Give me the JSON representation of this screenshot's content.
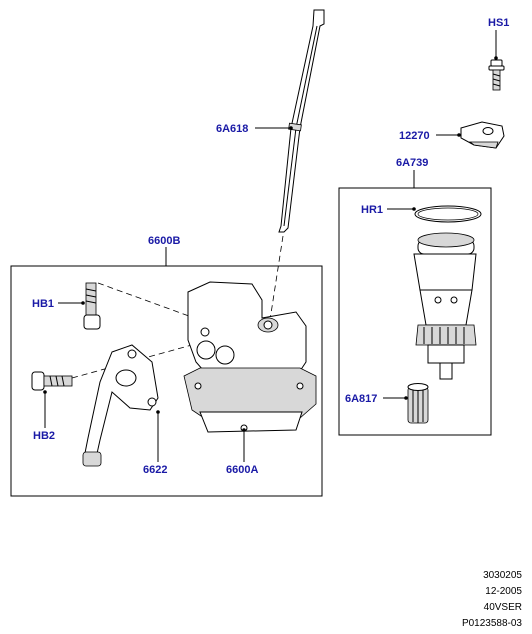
{
  "callouts": {
    "hs1": "HS1",
    "p12270": "12270",
    "p6a618": "6A618",
    "p6a739": "6A739",
    "hr1": "HR1",
    "p6600b": "6600B",
    "hb1": "HB1",
    "hb2": "HB2",
    "p6622": "6622",
    "p6600a": "6600A",
    "p6a817": "6A817"
  },
  "reference": {
    "line1": "3030205",
    "line2": "12-2005",
    "line3": "40VSER",
    "line4": "P0123588-03"
  },
  "colors": {
    "callout": "#1a1aa6",
    "line": "#000000",
    "shade": "#d8d8d8"
  }
}
